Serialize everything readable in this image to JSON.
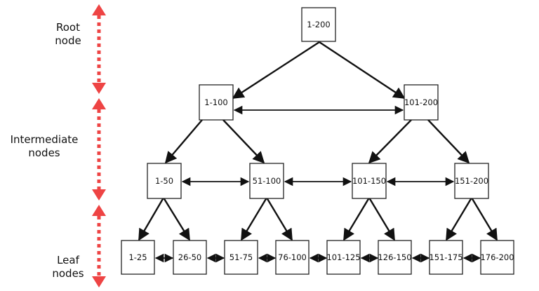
{
  "levels": {
    "root": {
      "label_line1": "Root",
      "label_line2": "node"
    },
    "intermediate": {
      "label_line1": "Intermediate",
      "label_line2": "nodes"
    },
    "leaf": {
      "label_line1": "Leaf",
      "label_line2": "nodes"
    }
  },
  "tree": {
    "root": "1-200",
    "level1": [
      "1-100",
      "101-200"
    ],
    "level2": [
      "1-50",
      "51-100",
      "101-150",
      "151-200"
    ],
    "leaves": [
      "1-25",
      "26-50",
      "51-75",
      "76-100",
      "101-125",
      "126-150",
      "151-175",
      "176-200"
    ]
  },
  "colors": {
    "bracket_arrow": "#ee4444",
    "box_border": "#222222",
    "edge": "#111111"
  }
}
